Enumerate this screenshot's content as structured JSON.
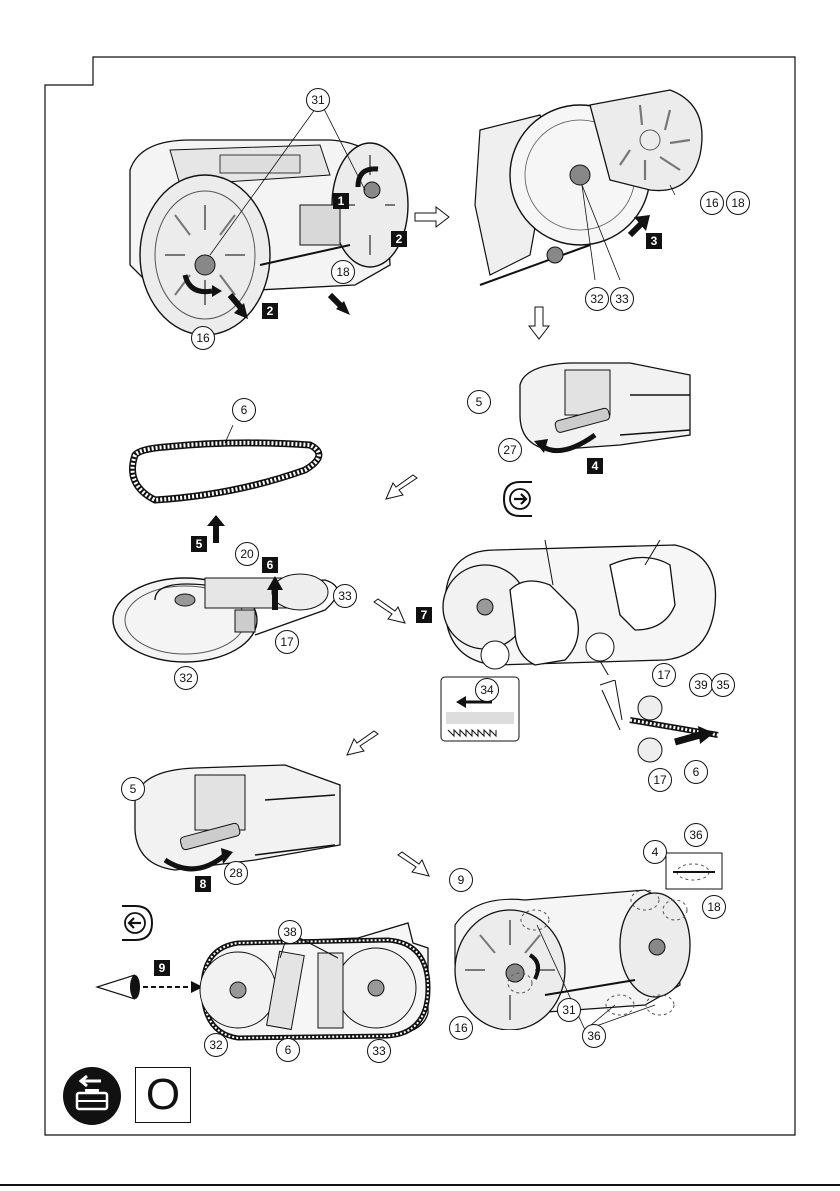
{
  "page": {
    "mode_letter": "O",
    "icons": [
      "battery-remove-icon",
      "eye-icon",
      "rotate-clockwise-icon",
      "rotate-counterclockwise-icon",
      "arrow-icon"
    ]
  },
  "panels": {
    "p1": {
      "callouts": [
        "31",
        "18",
        "16"
      ],
      "steps": [
        "1",
        "2",
        "2"
      ]
    },
    "p2": {
      "callouts": [
        "16",
        "18",
        "32",
        "33"
      ],
      "steps": [
        "3"
      ]
    },
    "p3": {
      "callouts": [
        "5",
        "27"
      ],
      "steps": [
        "4"
      ]
    },
    "p4": {
      "callouts": [
        "6"
      ],
      "steps": [
        "5"
      ]
    },
    "p5": {
      "callouts": [
        "20",
        "33",
        "17",
        "32"
      ],
      "steps": [
        "6"
      ]
    },
    "p6": {
      "callouts": [
        "34",
        "17",
        "39",
        "35",
        "17",
        "6"
      ],
      "steps": [
        "7"
      ]
    },
    "p7": {
      "callouts": [
        "5",
        "28"
      ],
      "steps": [
        "8"
      ]
    },
    "p8": {
      "callouts": [
        "38",
        "32",
        "6",
        "33"
      ],
      "steps": [
        "9"
      ]
    },
    "p9": {
      "callouts": [
        "4",
        "36",
        "9",
        "18",
        "16",
        "31",
        "36"
      ],
      "steps": []
    }
  }
}
